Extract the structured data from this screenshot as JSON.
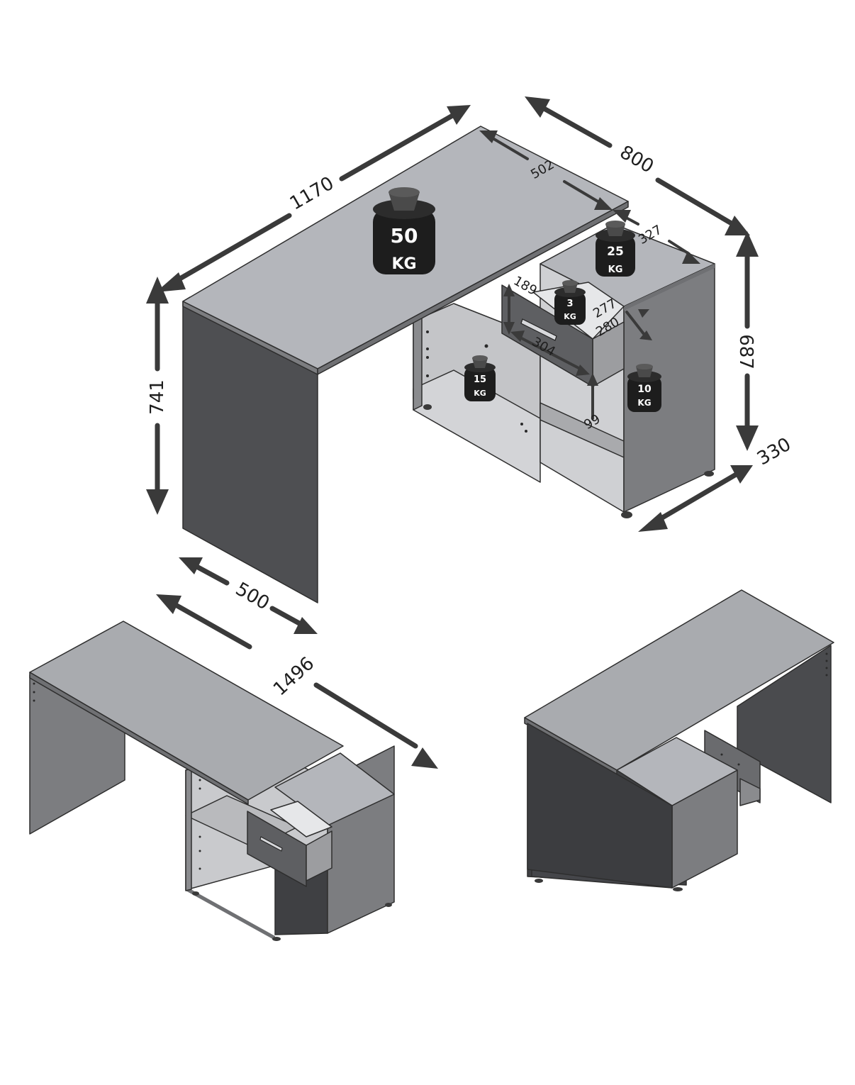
{
  "title": "L-shaped corner desk dimension diagram",
  "units": "mm",
  "colors": {
    "top_surface": "#b4b6bb",
    "side_panel_light": "#7c7d80",
    "side_panel_dark": "#4a4b4e",
    "interior": "#c9cacd",
    "drawer_front": "#5e5f62",
    "arrow": "#3a3a3a",
    "weight_body": "#1d1d1d",
    "weight_knob": "#555555"
  },
  "main_view": {
    "dimensions": {
      "desk_length": "1170",
      "overall_depth": "800",
      "top_return": "502",
      "cabinet_top_depth": "327",
      "desk_height": "741",
      "cabinet_height": "687",
      "cabinet_depth": "330",
      "leg_depth": "500",
      "drawer_height": "189",
      "drawer_width": "304",
      "drawer_inner_depth": "277",
      "drawer_depth": "280",
      "drawer_clearance": "99"
    },
    "weights": [
      {
        "id": "desktop",
        "value": "50",
        "unit": "KG"
      },
      {
        "id": "cabinet-top",
        "value": "25",
        "unit": "KG"
      },
      {
        "id": "drawer",
        "value": "3",
        "unit": "KG"
      },
      {
        "id": "open-shelf",
        "value": "15",
        "unit": "KG"
      },
      {
        "id": "cabinet-shelf",
        "value": "10",
        "unit": "KG"
      }
    ]
  },
  "straight_view": {
    "dimensions": {
      "total_length": "1496"
    }
  }
}
